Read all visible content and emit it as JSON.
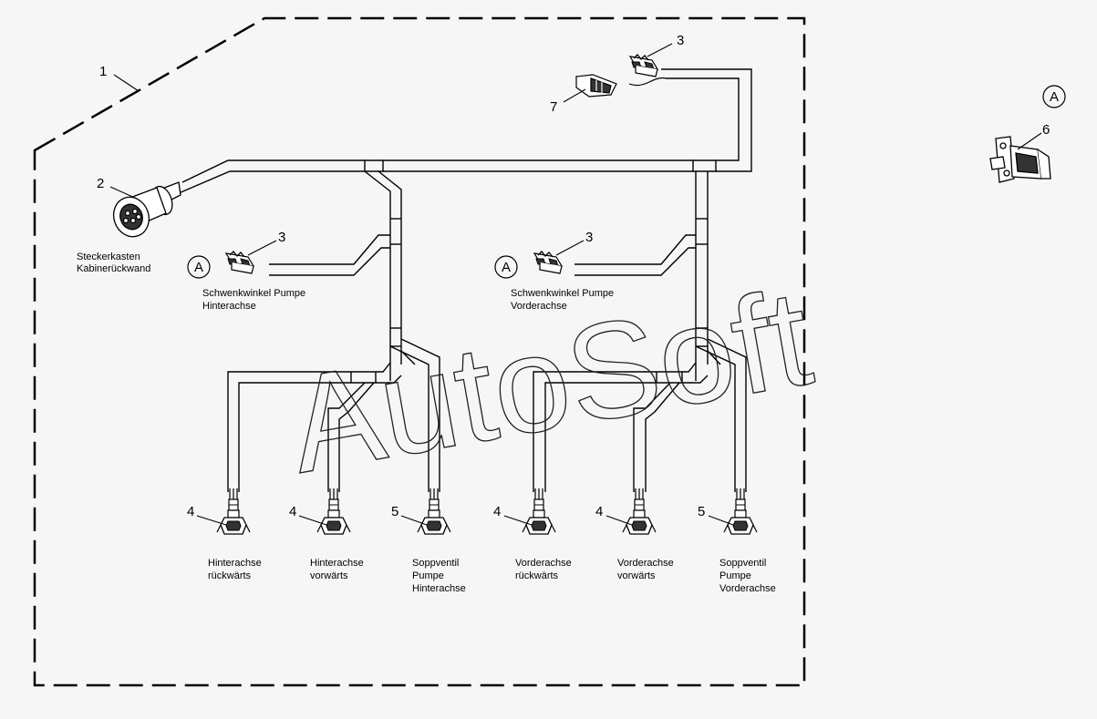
{
  "watermark": "AutoSoft",
  "reference_marker": "A",
  "callouts": {
    "n1": "1",
    "n2": "2",
    "n3a": "3",
    "n3b": "3",
    "n3c": "3",
    "n4a": "4",
    "n4b": "4",
    "n4c": "4",
    "n4d": "4",
    "n5a": "5",
    "n5b": "5",
    "n6": "6",
    "n7": "7"
  },
  "labels": {
    "steckerkasten": [
      "Steckerkasten",
      "Kabinerückwand"
    ],
    "schwenk_hinten": [
      "Schwenkwinkel Pumpe",
      "Hinterachse"
    ],
    "schwenk_vorne": [
      "Schwenkwinkel Pumpe",
      "Vorderachse"
    ],
    "hinter_rueck": [
      "Hinterachse",
      "rückwärts"
    ],
    "hinter_vor": [
      "Hinterachse",
      "vorwärts"
    ],
    "sopp_hinten": [
      "Soppventil",
      "Pumpe",
      "Hinterachse"
    ],
    "vorder_rueck": [
      "Vorderachse",
      "rückwärts"
    ],
    "vorder_vor": [
      "Vorderachse",
      "vorwärts"
    ],
    "sopp_vorne": [
      "Soppventil",
      "Pumpe",
      "Vorderachse"
    ]
  }
}
